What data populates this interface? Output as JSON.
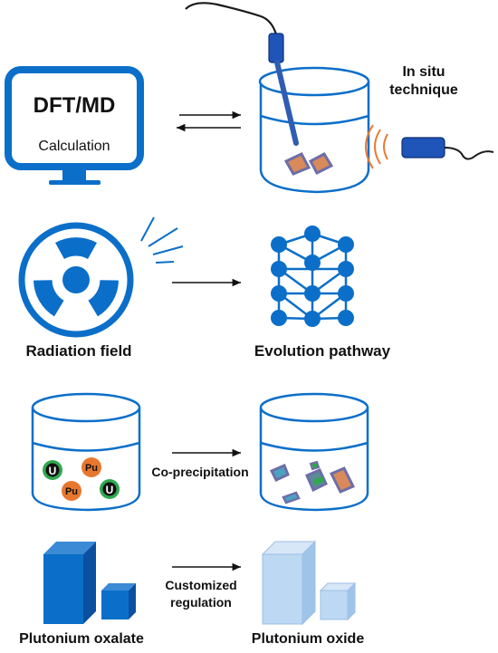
{
  "row1": {
    "monitor_title": "DFT/MD",
    "monitor_subtitle": "Calculation",
    "insitu_line1": "In situ",
    "insitu_line2": "technique"
  },
  "row2": {
    "left_label": "Radiation field",
    "right_label": "Evolution  pathway"
  },
  "row3": {
    "ions": [
      "U",
      "Pu",
      "Pu",
      "U"
    ],
    "arrow_label": "Co-precipitation"
  },
  "row4": {
    "arrow_label_line1": "Customized",
    "arrow_label_line2": "regulation",
    "left_label": "Plutonium oxalate",
    "right_label": "Plutonium oxide"
  },
  "colors": {
    "primary_blue": "#0b6fc9",
    "dark_blue": "#0a4fa0",
    "light_blue": "#bcd8f3",
    "uranium_green": "#2fa84f",
    "plutonium_orange": "#e8772e",
    "crystal_orange": "#d98a5a",
    "wave_orange": "#e97a35"
  }
}
